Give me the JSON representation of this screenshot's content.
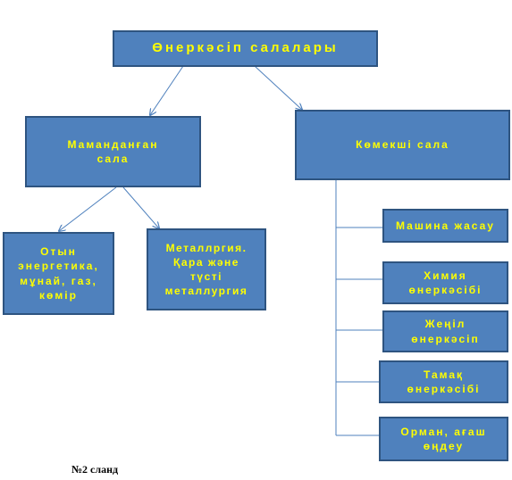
{
  "root": {
    "label": "Өнеркәсіп салалары"
  },
  "branches": {
    "specialized": {
      "label": "Маманданған\nсала"
    },
    "auxiliary": {
      "label": "Көмекші сала"
    }
  },
  "specialized_children": [
    {
      "label": "Отын\nэнергетика,\nмұнай, газ,\nкөмір"
    },
    {
      "label": "Металлргия.\nҚара және\nтүсті\nметаллургия"
    }
  ],
  "auxiliary_children": [
    {
      "label": "Машина жасау"
    },
    {
      "label": "Химия\nөнеркәсібі"
    },
    {
      "label": "Жеңіл\nөнеркәсіп"
    },
    {
      "label": "Тамақ\nөнеркәсібі"
    },
    {
      "label": "Орман, ағаш\nөңдеу"
    }
  ],
  "footer": {
    "caption": "№2 сланд"
  },
  "colors": {
    "box_fill": "#4f81bd",
    "box_border": "#2e5480",
    "text": "#ffff00",
    "connector": "#4f81bd"
  }
}
